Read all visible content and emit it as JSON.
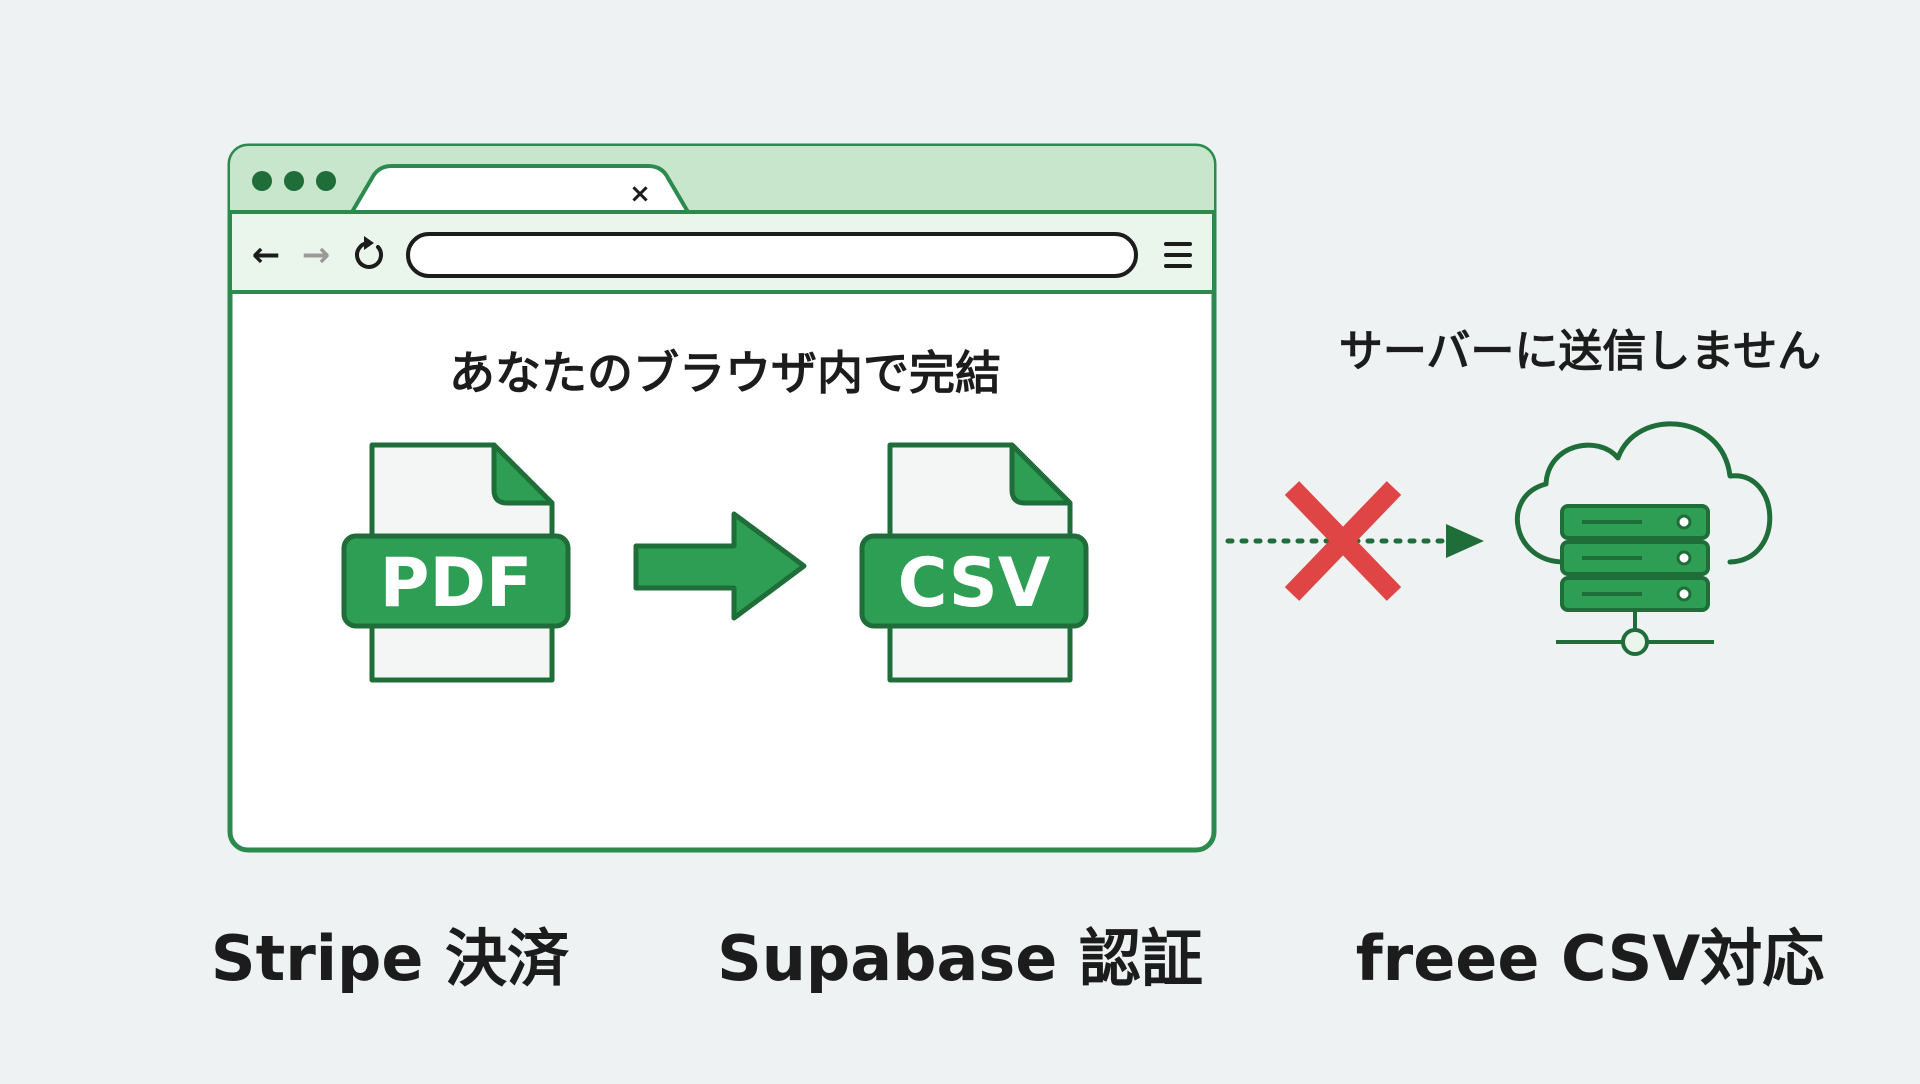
{
  "browser": {
    "tab_close_glyph": "×",
    "back_glyph": "←",
    "forward_glyph": "→",
    "address_value": ""
  },
  "content": {
    "heading": "あなたのブラウザ内で完結",
    "source_badge": "PDF",
    "target_badge": "CSV"
  },
  "server": {
    "caption": "サーバーに送信しません"
  },
  "features": [
    {
      "label": "Stripe 決済"
    },
    {
      "label": "Supabase 認証"
    },
    {
      "label": "freee CSV対応"
    }
  ],
  "colors": {
    "green": "#2e9e54",
    "dark_green": "#1f6e3a",
    "frame_green": "#2d8a4e",
    "tab_bar": "#c8e6cc",
    "toolbar": "#eaf5eb",
    "page_fill": "#ffffff",
    "file_fill": "#f4f6f5",
    "deny_red": "#e04545",
    "background": "#eef2f2"
  },
  "icons": [
    "traffic-dot-icon",
    "close-icon",
    "back-arrow-icon",
    "forward-arrow-icon",
    "reload-icon",
    "hamburger-menu-icon",
    "pdf-file-icon",
    "arrow-right-icon",
    "csv-file-icon",
    "cross-x-icon",
    "cloud-server-icon"
  ]
}
